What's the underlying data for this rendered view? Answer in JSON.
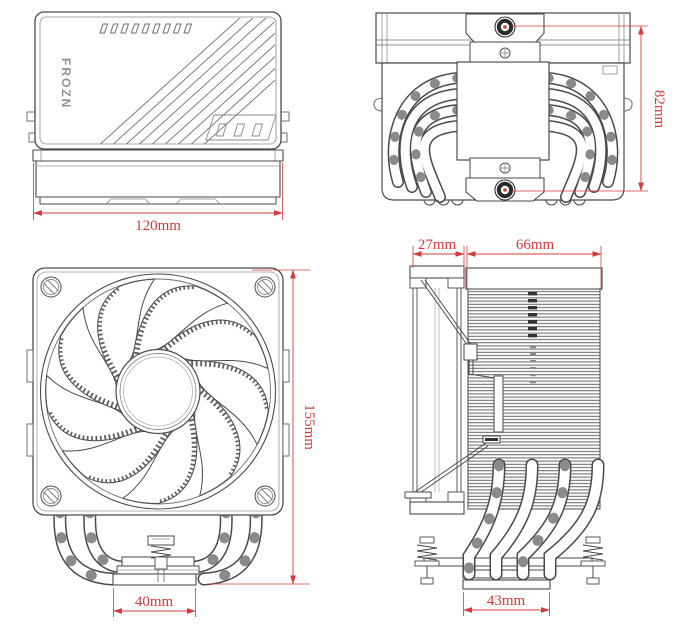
{
  "brand": {
    "logo_text": "FROZN"
  },
  "drawing": {
    "type": "technical-dimension-drawing",
    "subject": "cpu-air-cooler",
    "views": {
      "top_view": {
        "dim_width": "120mm"
      },
      "underside_view": {
        "dim_depth": "82mm"
      },
      "front_view": {
        "dim_height": "155mm",
        "dim_base_width": "40mm"
      },
      "side_view": {
        "dim_fan_thickness": "27mm",
        "dim_fin_depth": "66mm",
        "dim_base_depth": "43mm"
      }
    }
  },
  "colors": {
    "dimension_red": "#d43b3b",
    "drawing_line": "#4a4a4a",
    "light_line": "#999999",
    "logo_gray": "#8f8f8f",
    "background": "#ffffff"
  }
}
